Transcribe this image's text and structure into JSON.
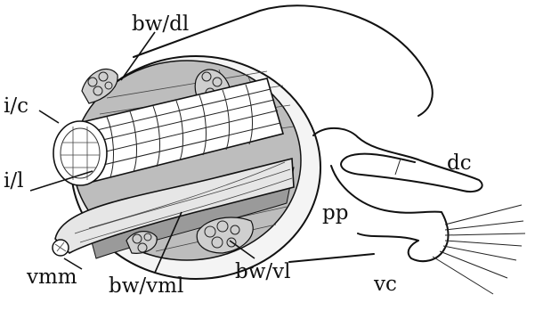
{
  "figure": {
    "labels": {
      "bw_dl": "bw/dl",
      "i_c": "i/c",
      "i_l": "i/l",
      "vmm": "vmm",
      "bw_vml": "bw/vml",
      "bw_vl": "bw/vl",
      "dc": "dc",
      "pp": "pp",
      "vc": "vc"
    }
  }
}
